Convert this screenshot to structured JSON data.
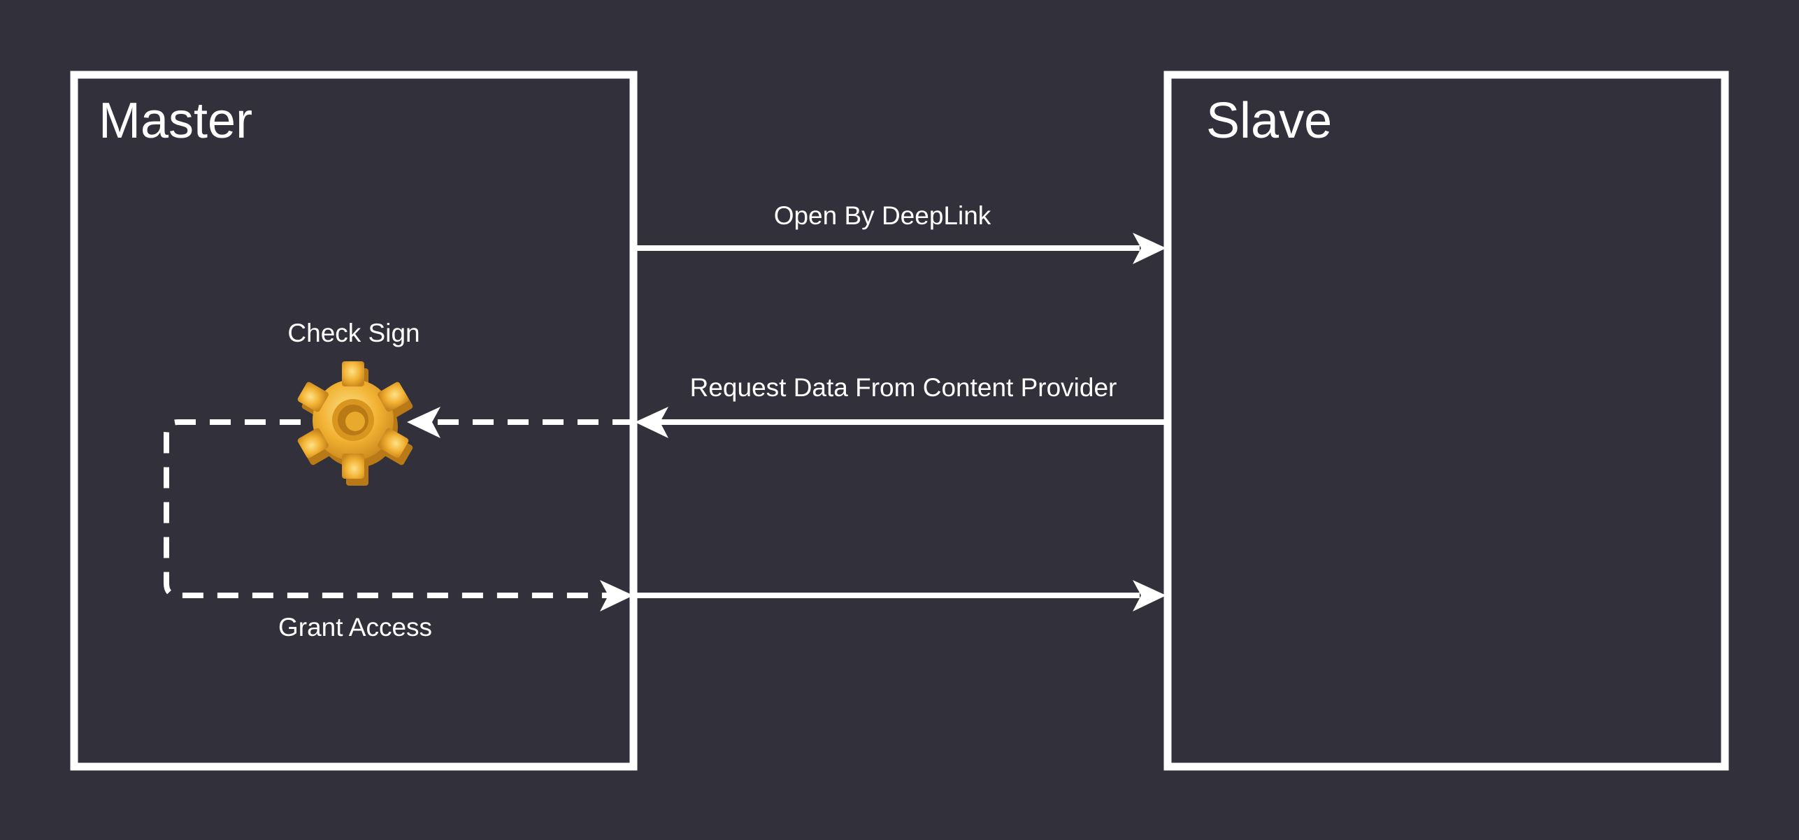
{
  "diagram": {
    "nodes": {
      "master": {
        "title": "Master"
      },
      "slave": {
        "title": "Slave"
      },
      "check_sign": {
        "label": "Check Sign",
        "icon": "gear-icon",
        "icon_color": "#f2b233"
      }
    },
    "edges": [
      {
        "from": "master",
        "to": "slave",
        "label": "Open By DeepLink",
        "style": "solid"
      },
      {
        "from": "slave",
        "to": "check_sign",
        "label": "Request Data From Content Provider",
        "style": "solid-then-dashed"
      },
      {
        "from": "check_sign",
        "to": "master",
        "label": "Grant Access",
        "style": "dashed"
      },
      {
        "from": "master",
        "to": "slave",
        "label": "",
        "style": "solid"
      }
    ],
    "colors": {
      "background": "#32303b",
      "stroke": "#ffffff",
      "gear": "#f2b233"
    }
  }
}
